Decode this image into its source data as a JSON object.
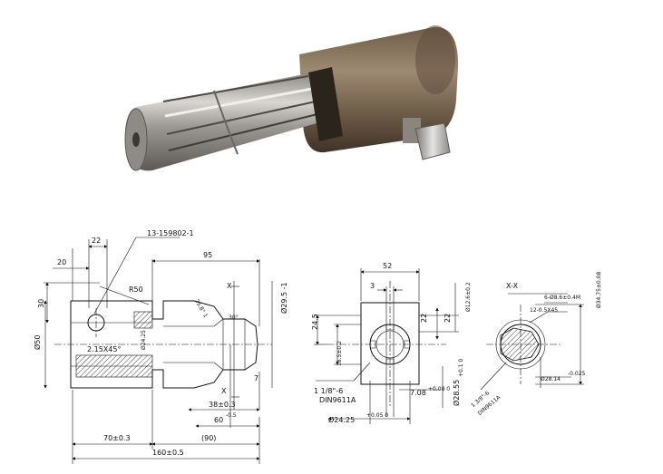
{
  "photo": {
    "subject": "PTO adapter shaft"
  },
  "left_view": {
    "labels": {
      "spline_spec": "13-159802-1",
      "d_top_22": "22",
      "d_20": "20",
      "d_95": "95",
      "d_30": "30",
      "d_r50": "R50",
      "d_sec_x_top": "X",
      "d_angle_25": "25.8° 1",
      "d_30deg": "30°",
      "d_29": "Ø29.5 -1",
      "d_phi50": "Ø50",
      "d_chamfer": "2.15X45°",
      "d_phi24": "Ø24.25",
      "d_7": "7",
      "d_sec_x_bot": "X",
      "d_38": "38±0.3",
      "d_60": "60",
      "d_60_tol": "-0.5",
      "d_70": "70±0.3",
      "d_90": "(90)",
      "d_160": "160±0.5"
    }
  },
  "mid_view": {
    "labels": {
      "d_52": "52",
      "d_3": "3",
      "d_12_6": "Ø12.6±0.2",
      "d_24_5": "24.5",
      "d_22a": "22",
      "d_22b": "22",
      "d_18_5": "18.5±0.2",
      "d_thread": "1 1/8\"-6",
      "d_din": "DIN9611A",
      "d_7_08": "7.08",
      "d_7_08_tol": "+0.08 0",
      "d_28_55": "Ø28.55",
      "d_28_55_tol": "+0.1 0",
      "d_24_25": "Ø24.25",
      "d_24_25_tol": "+0.05 0"
    }
  },
  "right_view": {
    "labels": {
      "sec_title": "X-X",
      "d_6": "6-Ø8.6±0.4M",
      "d_34": "Ø34.75±0.08",
      "d_12": "12-0.5X45",
      "d_thread": "1 3/8\"-6",
      "d_din": "DIN9611A",
      "d_28": "Ø28.14",
      "d_28_tol": "-0.025"
    }
  }
}
